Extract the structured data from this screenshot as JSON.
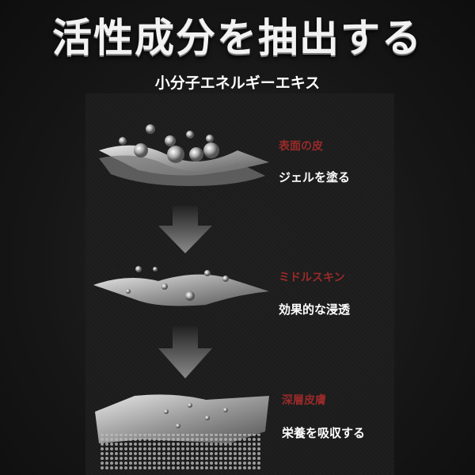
{
  "title": "活性成分を抽出する",
  "subtitle": "小分子エネルギーエキス",
  "layers": [
    {
      "label": "表面の皮",
      "desc": "ジェルを塗る"
    },
    {
      "label": "ミドルスキン",
      "desc": "効果的な浸透"
    },
    {
      "label": "深層皮膚",
      "desc": "栄養を吸収する"
    }
  ],
  "colors": {
    "label": "#9a2a2a",
    "text": "#ffffff",
    "background": "#141414"
  }
}
